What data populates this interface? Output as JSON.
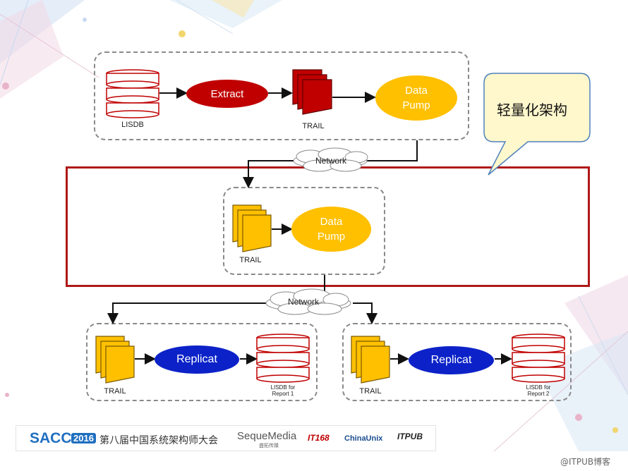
{
  "top": {
    "source_label": "LISDB",
    "extract_label": "Extract",
    "trail_label": "TRAIL",
    "pump_lines": [
      "Data",
      "Pump"
    ]
  },
  "network_labels": [
    "Network",
    "Network"
  ],
  "middle": {
    "trail_label": "TRAIL",
    "pump_lines": [
      "Data",
      "Pump"
    ]
  },
  "replicas": [
    {
      "trail_label": "TRAIL",
      "replicat_label": "Replicat",
      "target_lines": [
        "LISDB for",
        "Report 1"
      ]
    },
    {
      "trail_label": "TRAIL",
      "replicat_label": "Replicat",
      "target_lines": [
        "LISDB for",
        "Report 2"
      ]
    }
  ],
  "callout": {
    "text": "轻量化架构"
  },
  "footer": {
    "sacc": "SACC",
    "year": "2016",
    "conference": "第八届中国系统架构师大会",
    "sponsor_1": "SequeMedia",
    "sponsor_1_sub": "盛拓传媒",
    "sponsor_2": "IT168",
    "sponsor_3": "ChinaUnix",
    "sponsor_4": "ITPUB"
  },
  "watermark": "@ITPUB博客",
  "colors": {
    "red": "#c00000",
    "blue": "#0c22c8",
    "orange": "#ffc000",
    "highlight_border": "#b01818",
    "callout_fill": "#fff8cc",
    "callout_border": "#4f81bd",
    "sacc_blue": "#1f6fc0"
  }
}
